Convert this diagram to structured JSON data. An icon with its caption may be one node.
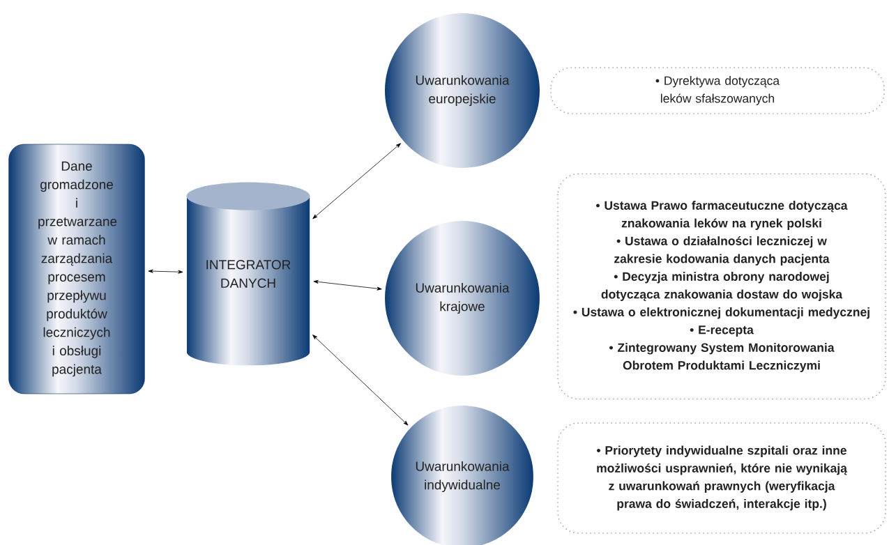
{
  "diagram": {
    "nodes": [
      {
        "text": [
          "Dane gromadzone i przetwarzane w ramach zarządzania procesem przepływu produktów leczniczych i obsługi pacjenta"
        ]
      },
      {
        "text": [
          "INTEGRATOR DANYCH"
        ]
      },
      {
        "text": [
          "Uwarunkowania europejskie"
        ]
      },
      {
        "text": [
          "Uwarunkowania krajowe"
        ]
      },
      {
        "text": [
          "Uwarunkowania indywidualne"
        ]
      },
      {
        "text": [
          "• Dyrektywa dotycząca leków sfałszowanych"
        ]
      },
      {
        "text": [
          "• Ustawa Prawo farmaceutuczne dotycząca znakowania leków na rynek polski",
          "• Ustawa o działalności leczniczej w zakresie kodowania danych pacjenta",
          "• Decyzja ministra obrony narodowej dotycząca znakowania dostaw do wojska",
          "• Ustawa o elektronicznej dokumentacji medycznej",
          "• E-recepta",
          "• Zintegrowany System Monitorowania Obrotem Produktami Leczniczymi"
        ]
      },
      {
        "text": [
          "• Priorytety indywidualne szpitali oraz inne możliwości usprawnień, które nie wynikają z uwarunkowań prawnych (weryfikacja prawa do świadczeń, interakcje itp.)"
        ]
      }
    ],
    "edges": [
      {
        "from": 0,
        "to": 1,
        "arrow": "both"
      },
      {
        "from": 1,
        "to": 2,
        "arrow": "both"
      },
      {
        "from": 1,
        "to": 3,
        "arrow": "both"
      },
      {
        "from": 1,
        "to": 4,
        "arrow": "both"
      }
    ]
  }
}
